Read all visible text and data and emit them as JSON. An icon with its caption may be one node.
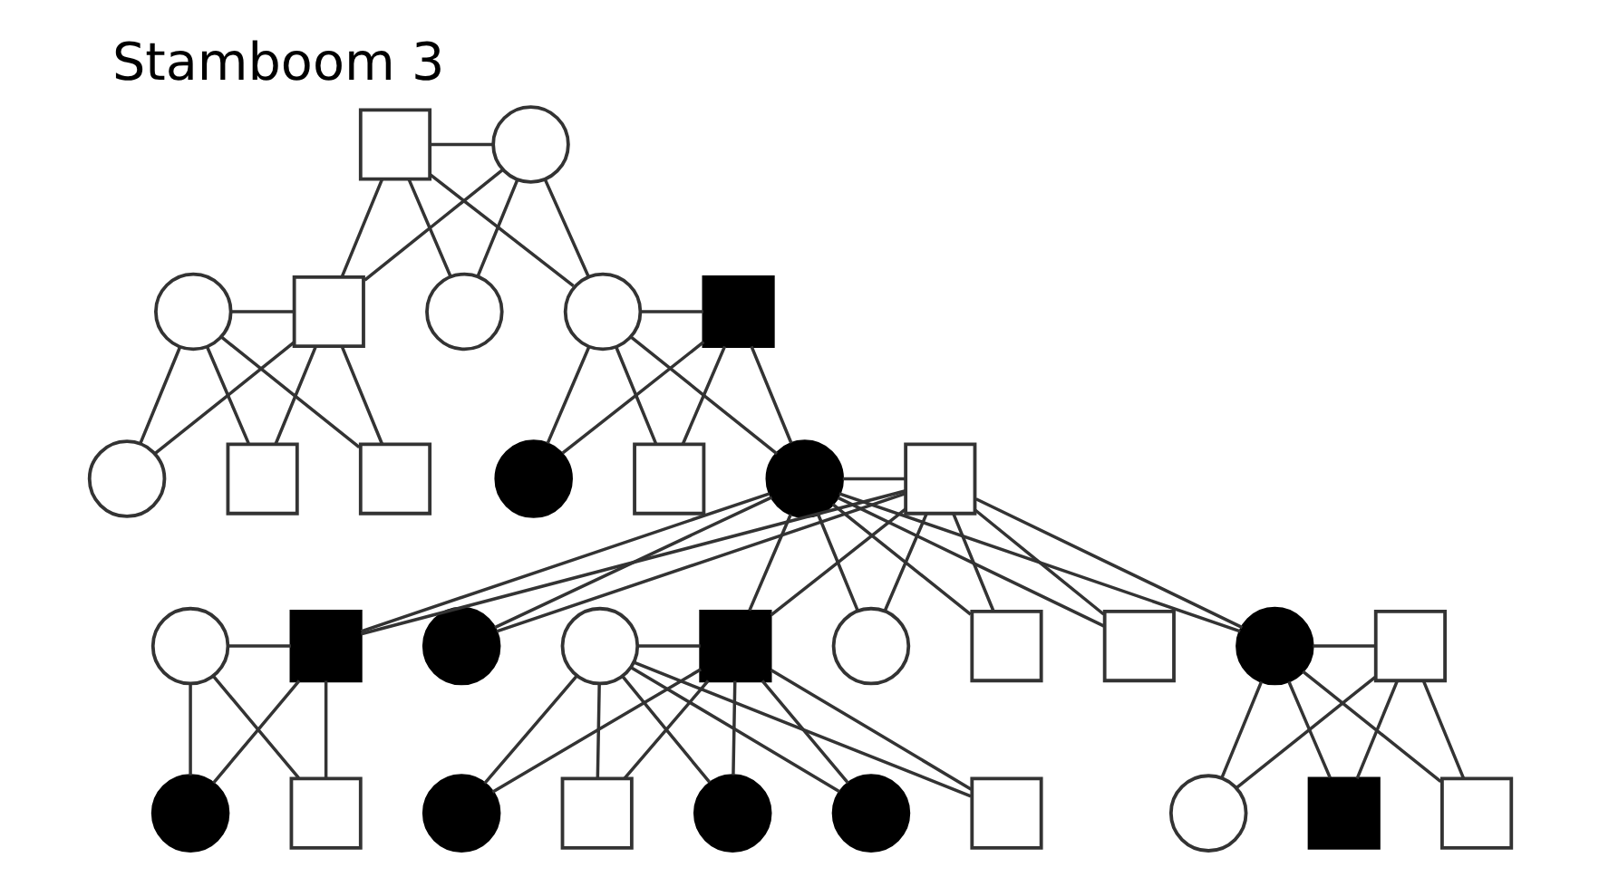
{
  "diagram": {
    "title": "Stamboom 3",
    "nodes": [
      {
        "text": [],
        "shape": "box"
      },
      {
        "text": [],
        "shape": "circle"
      },
      {
        "text": [],
        "shape": "circle"
      },
      {
        "text": [],
        "shape": "box"
      },
      {
        "text": [],
        "shape": "circle"
      },
      {
        "text": [],
        "shape": "circle"
      },
      {
        "text": [],
        "shape": "box"
      },
      {
        "text": [],
        "shape": "circle"
      },
      {
        "text": [],
        "shape": "box"
      },
      {
        "text": [],
        "shape": "box"
      },
      {
        "text": [],
        "shape": "circle"
      },
      {
        "text": [],
        "shape": "box"
      },
      {
        "text": [],
        "shape": "circle"
      },
      {
        "text": [],
        "shape": "box"
      },
      {
        "text": [],
        "shape": "circle"
      },
      {
        "text": [],
        "shape": "box"
      },
      {
        "text": [],
        "shape": "circle"
      },
      {
        "text": [],
        "shape": "circle"
      },
      {
        "text": [],
        "shape": "box"
      },
      {
        "text": [],
        "shape": "circle"
      },
      {
        "text": [],
        "shape": "box"
      },
      {
        "text": [],
        "shape": "box"
      },
      {
        "text": [],
        "shape": "circle"
      },
      {
        "text": [],
        "shape": "box"
      },
      {
        "text": [],
        "shape": "circle"
      },
      {
        "text": [],
        "shape": "box"
      },
      {
        "text": [],
        "shape": "circle"
      },
      {
        "text": [],
        "shape": "box"
      },
      {
        "text": [],
        "shape": "circle"
      },
      {
        "text": [],
        "shape": "circle"
      },
      {
        "text": [],
        "shape": "box"
      },
      {
        "text": [],
        "shape": "circle"
      },
      {
        "text": [],
        "shape": "box"
      },
      {
        "text": [],
        "shape": "box"
      }
    ],
    "edges": [
      {
        "from": 0,
        "to": 1,
        "arrow": "none"
      },
      {
        "from": 0,
        "to": 3,
        "arrow": "none"
      },
      {
        "from": 1,
        "to": 3,
        "arrow": "none"
      },
      {
        "from": 0,
        "to": 4,
        "arrow": "none"
      },
      {
        "from": 1,
        "to": 4,
        "arrow": "none"
      },
      {
        "from": 0,
        "to": 5,
        "arrow": "none"
      },
      {
        "from": 1,
        "to": 5,
        "arrow": "none"
      },
      {
        "from": 2,
        "to": 3,
        "arrow": "none"
      },
      {
        "from": 2,
        "to": 7,
        "arrow": "none"
      },
      {
        "from": 3,
        "to": 7,
        "arrow": "none"
      },
      {
        "from": 2,
        "to": 8,
        "arrow": "none"
      },
      {
        "from": 3,
        "to": 8,
        "arrow": "none"
      },
      {
        "from": 2,
        "to": 9,
        "arrow": "none"
      },
      {
        "from": 3,
        "to": 9,
        "arrow": "none"
      },
      {
        "from": 5,
        "to": 6,
        "arrow": "none"
      },
      {
        "from": 5,
        "to": 10,
        "arrow": "none"
      },
      {
        "from": 6,
        "to": 10,
        "arrow": "none"
      },
      {
        "from": 5,
        "to": 11,
        "arrow": "none"
      },
      {
        "from": 6,
        "to": 11,
        "arrow": "none"
      },
      {
        "from": 5,
        "to": 12,
        "arrow": "none"
      },
      {
        "from": 6,
        "to": 12,
        "arrow": "none"
      },
      {
        "from": 12,
        "to": 13,
        "arrow": "none"
      },
      {
        "from": 12,
        "to": 15,
        "arrow": "none"
      },
      {
        "from": 13,
        "to": 15,
        "arrow": "none"
      },
      {
        "from": 12,
        "to": 16,
        "arrow": "none"
      },
      {
        "from": 13,
        "to": 16,
        "arrow": "none"
      },
      {
        "from": 12,
        "to": 18,
        "arrow": "none"
      },
      {
        "from": 13,
        "to": 18,
        "arrow": "none"
      },
      {
        "from": 12,
        "to": 19,
        "arrow": "none"
      },
      {
        "from": 13,
        "to": 19,
        "arrow": "none"
      },
      {
        "from": 12,
        "to": 20,
        "arrow": "none"
      },
      {
        "from": 13,
        "to": 20,
        "arrow": "none"
      },
      {
        "from": 12,
        "to": 21,
        "arrow": "none"
      },
      {
        "from": 13,
        "to": 21,
        "arrow": "none"
      },
      {
        "from": 12,
        "to": 22,
        "arrow": "none"
      },
      {
        "from": 13,
        "to": 22,
        "arrow": "none"
      },
      {
        "from": 14,
        "to": 15,
        "arrow": "none"
      },
      {
        "from": 14,
        "to": 24,
        "arrow": "none"
      },
      {
        "from": 15,
        "to": 24,
        "arrow": "none"
      },
      {
        "from": 14,
        "to": 25,
        "arrow": "none"
      },
      {
        "from": 15,
        "to": 25,
        "arrow": "none"
      },
      {
        "from": 17,
        "to": 18,
        "arrow": "none"
      },
      {
        "from": 17,
        "to": 26,
        "arrow": "none"
      },
      {
        "from": 18,
        "to": 26,
        "arrow": "none"
      },
      {
        "from": 17,
        "to": 27,
        "arrow": "none"
      },
      {
        "from": 18,
        "to": 27,
        "arrow": "none"
      },
      {
        "from": 17,
        "to": 28,
        "arrow": "none"
      },
      {
        "from": 18,
        "to": 28,
        "arrow": "none"
      },
      {
        "from": 17,
        "to": 29,
        "arrow": "none"
      },
      {
        "from": 18,
        "to": 29,
        "arrow": "none"
      },
      {
        "from": 17,
        "to": 30,
        "arrow": "none"
      },
      {
        "from": 18,
        "to": 30,
        "arrow": "none"
      },
      {
        "from": 22,
        "to": 23,
        "arrow": "none"
      },
      {
        "from": 22,
        "to": 31,
        "arrow": "none"
      },
      {
        "from": 23,
        "to": 31,
        "arrow": "none"
      },
      {
        "from": 22,
        "to": 32,
        "arrow": "none"
      },
      {
        "from": 23,
        "to": 32,
        "arrow": "none"
      },
      {
        "from": 22,
        "to": 33,
        "arrow": "none"
      },
      {
        "from": 23,
        "to": 33,
        "arrow": "none"
      }
    ]
  }
}
